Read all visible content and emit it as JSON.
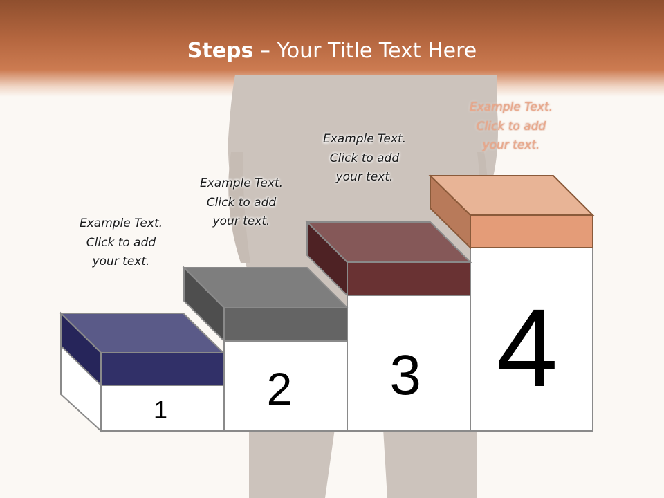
{
  "title": {
    "bold": "Steps",
    "separator": " – ",
    "rest": "Your Title Text Here"
  },
  "colors": {
    "header": "#b4663f",
    "step1": "#313068",
    "step2": "#646464",
    "step3": "#693233",
    "step4": "#e49c78"
  },
  "steps": [
    {
      "number": "1",
      "lines": [
        "Example Text.",
        "Click  to add",
        "your text."
      ]
    },
    {
      "number": "2",
      "lines": [
        "Example Text.",
        "Click  to add",
        "your text."
      ]
    },
    {
      "number": "3",
      "lines": [
        "Example Text.",
        "Click  to add",
        "your text."
      ]
    },
    {
      "number": "4",
      "lines": [
        "Example Text.",
        "Click  to add",
        "your text."
      ]
    }
  ]
}
